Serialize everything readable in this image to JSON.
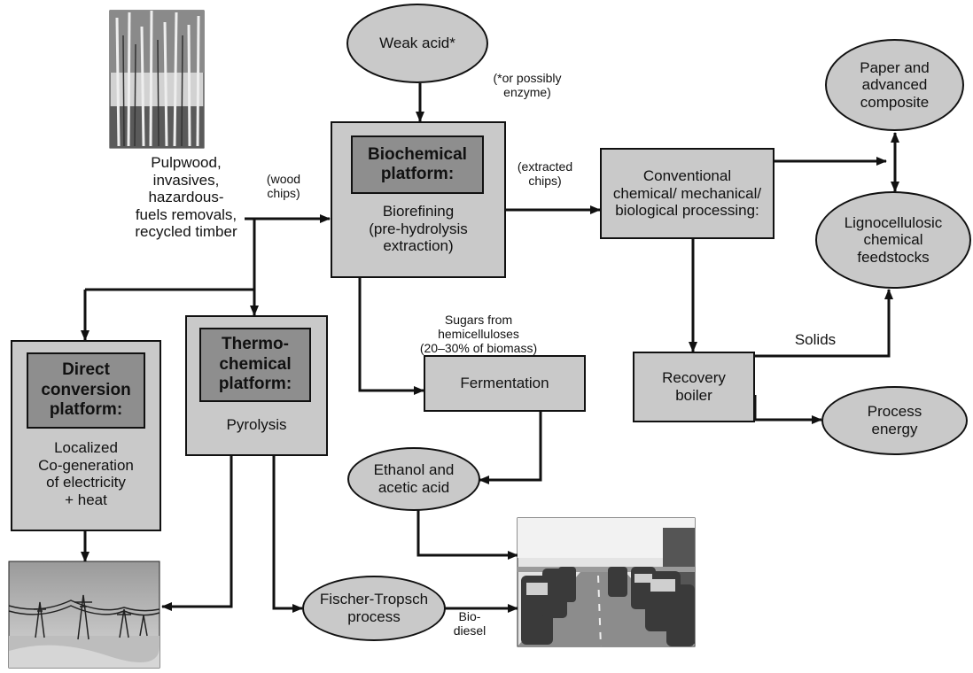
{
  "nodes": {
    "feedstock_label": [
      "Pulpwood,",
      "invasives,",
      "hazardous-",
      "fuels removals,",
      "recycled timber"
    ],
    "weak_acid": "Weak acid*",
    "weak_acid_note": [
      "(*or possibly",
      "enzyme)"
    ],
    "wood_chips_note": [
      "(wood",
      "chips)"
    ],
    "biochem_header": [
      "Biochemical",
      "platform:"
    ],
    "biochem_body": [
      "Biorefining",
      "(pre-hydrolysis",
      "extraction)"
    ],
    "extracted_chips_note": [
      "(extracted",
      "chips)"
    ],
    "conventional": [
      "Conventional",
      "chemical/ mechanical/",
      "biological processing:"
    ],
    "paper": [
      "Paper and",
      "advanced",
      "composite"
    ],
    "ligno": [
      "Lignocellulosic",
      "chemical",
      "feedstocks"
    ],
    "direct_header": [
      "Direct",
      "conversion",
      "platform:"
    ],
    "direct_body": [
      "Localized",
      "Co-generation",
      "of electricity",
      "+ heat"
    ],
    "thermo_header": [
      "Thermo-",
      "chemical",
      "platform:"
    ],
    "thermo_body": "Pyrolysis",
    "sugars_note": [
      "Sugars from",
      "hemicelluloses",
      "(20–30% of biomass)"
    ],
    "fermentation": "Fermentation",
    "recovery": [
      "Recovery",
      "boiler"
    ],
    "solids": "Solids",
    "process_energy": [
      "Process",
      "energy"
    ],
    "ethanol": [
      "Ethanol and",
      "acetic acid"
    ],
    "fischer": [
      "Fischer-Tropsch",
      "process"
    ],
    "biodiesel_note": [
      "Bio-",
      "diesel"
    ]
  },
  "colors": {
    "box_fill": "#c9c9c9",
    "header_fill": "#8e8e8e",
    "line": "#111111"
  },
  "photos": {
    "forest": "forest-photo",
    "powerlines": "power-lines-photo",
    "traffic": "traffic-photo"
  }
}
